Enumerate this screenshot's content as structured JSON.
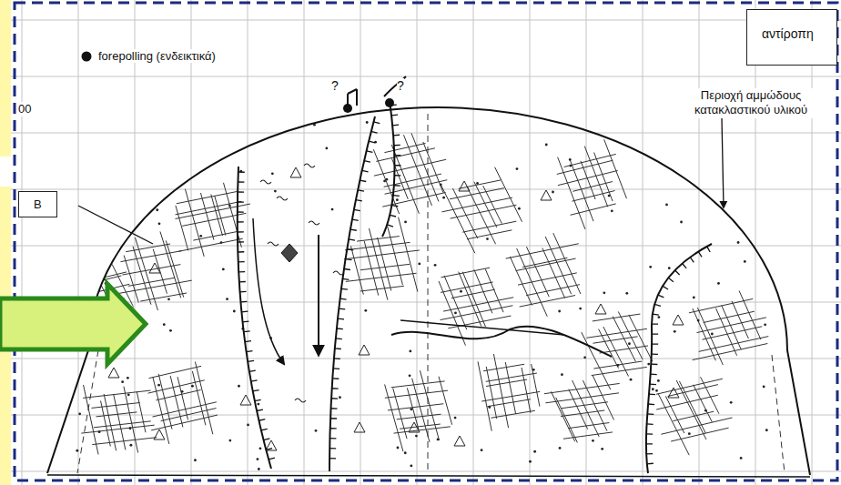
{
  "diagram": {
    "nodes": [
      {
        "text": [
          "B"
        ]
      },
      {
        "text": [
          "αντίροπη"
        ]
      }
    ],
    "labels": [
      "00",
      "?",
      "?",
      "Περιοχή αμμώδους κατακλαστικού υλικού"
    ],
    "legend": [
      {
        "text": "forepolling (ενδεικτικά)"
      }
    ]
  }
}
